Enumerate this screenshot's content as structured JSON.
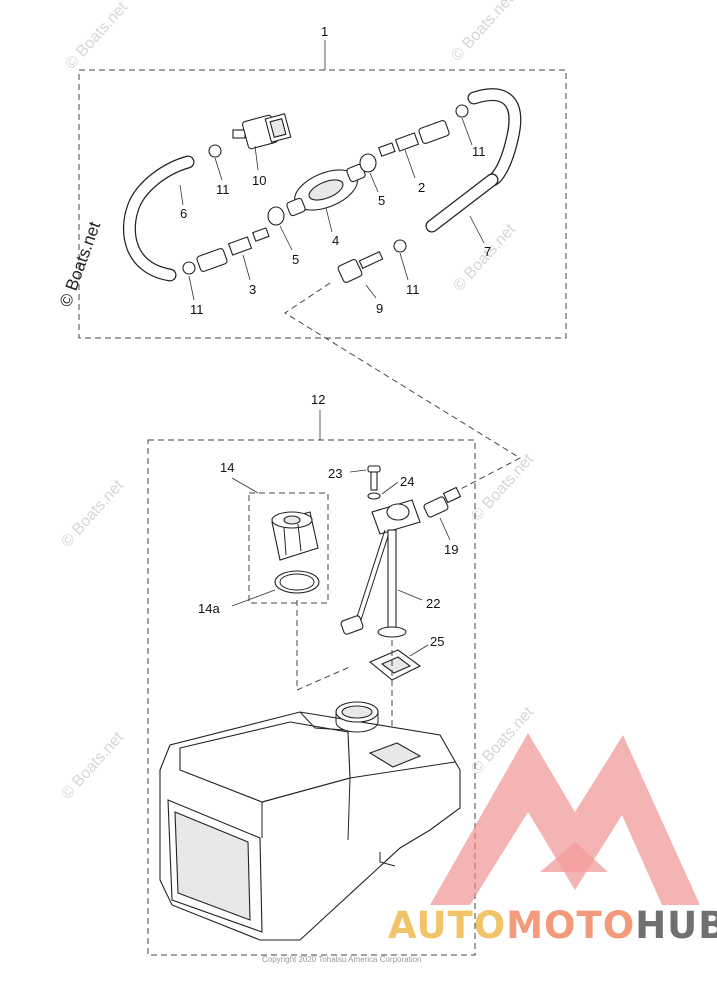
{
  "diagram": {
    "callouts": {
      "c1": "1",
      "c2": "2",
      "c3": "3",
      "c4": "4",
      "c5a": "5",
      "c5b": "5",
      "c6": "6",
      "c7": "7",
      "c9": "9",
      "c10": "10",
      "c11a": "11",
      "c11b": "11",
      "c11c": "11",
      "c11d": "11",
      "c12": "12",
      "c14": "14",
      "c14a": "14a",
      "c19": "19",
      "c22": "22",
      "c23": "23",
      "c24": "24",
      "c25": "25"
    },
    "watermark_main": "© Boats.net",
    "watermark_faint": "© Boats.net",
    "copyright": "Copyright 2020 Tohatsu America Corporation"
  },
  "logo": {
    "text_a": "AUTO",
    "text_b": "MOTO",
    "text_c": "HUB",
    "colors": {
      "triangle": "#f08a8a",
      "auto": "#f2c46a",
      "moto": "#f39a7a",
      "hub": "#707070"
    }
  }
}
